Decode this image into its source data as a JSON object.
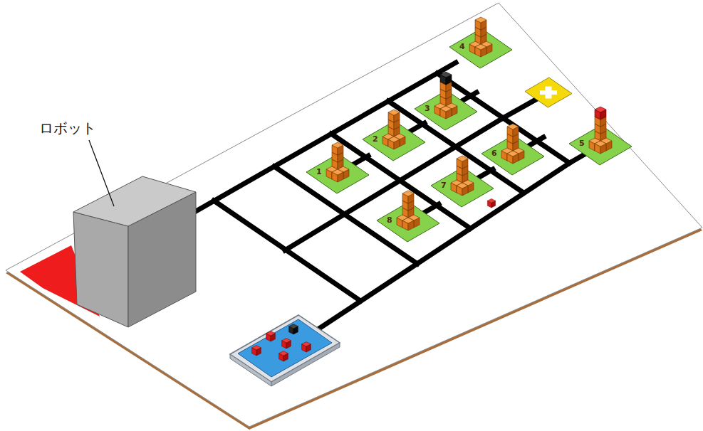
{
  "diagram": {
    "labels": [
      "ロボット",
      "4",
      "3",
      "5",
      "2",
      "6",
      "1",
      "7",
      "8"
    ]
  }
}
